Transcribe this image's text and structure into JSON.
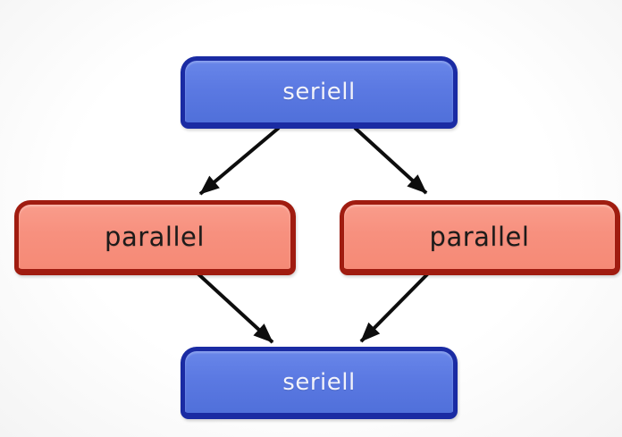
{
  "diagram_type": "flow-diagram",
  "nodes": [
    {
      "id": "seriell-top",
      "label": "seriell",
      "kind": "seriell",
      "fill": "#5b79e2",
      "border": "#1a2ba3",
      "text_color": "#f2f3fb"
    },
    {
      "id": "parallel-left",
      "label": "parallel",
      "kind": "parallel",
      "fill": "#f7907e",
      "border": "#a01c10",
      "text_color": "#1d1b1a"
    },
    {
      "id": "parallel-right",
      "label": "parallel",
      "kind": "parallel",
      "fill": "#f7907e",
      "border": "#a01c10",
      "text_color": "#1d1b1a"
    },
    {
      "id": "seriell-bottom",
      "label": "seriell",
      "kind": "seriell",
      "fill": "#5b79e2",
      "border": "#1a2ba3",
      "text_color": "#f2f3fb"
    }
  ],
  "edges": [
    {
      "from": "seriell-top",
      "to": "parallel-left",
      "style": "solid-black-arrow"
    },
    {
      "from": "seriell-top",
      "to": "parallel-right",
      "style": "solid-black-arrow"
    },
    {
      "from": "parallel-left",
      "to": "seriell-bottom",
      "style": "solid-black-arrow"
    },
    {
      "from": "parallel-right",
      "to": "seriell-bottom",
      "style": "solid-black-arrow"
    }
  ],
  "colors": {
    "background": "#fbfbfb",
    "seriell_fill": "#5b79e2",
    "seriell_border": "#1a2ba3",
    "seriell_text": "#f2f3fb",
    "parallel_fill": "#f7907e",
    "parallel_border": "#a01c10",
    "parallel_text": "#1d1b1a",
    "arrow": "#0d0d0d"
  }
}
